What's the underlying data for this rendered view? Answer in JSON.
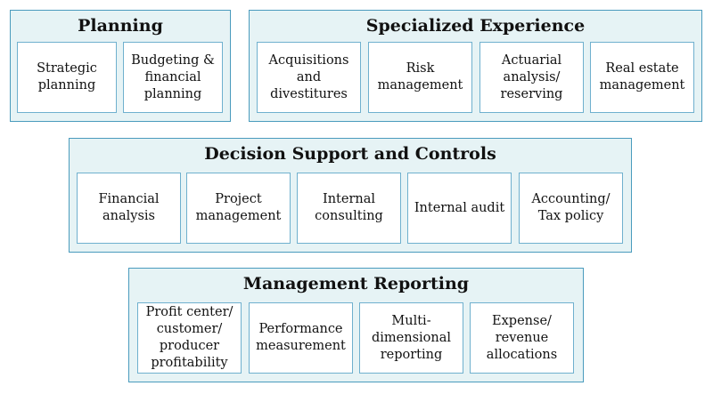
{
  "groups": {
    "planning": {
      "title": "Planning",
      "items": [
        [
          "Strategic",
          "planning"
        ],
        [
          "Budgeting &",
          "financial",
          "planning"
        ]
      ]
    },
    "specialized": {
      "title": "Specialized Experience",
      "items": [
        [
          "Acquisitions",
          "and",
          "divestitures"
        ],
        [
          "Risk",
          "management"
        ],
        [
          "Actuarial",
          "analysis/",
          "reserving"
        ],
        [
          "Real estate",
          "management"
        ]
      ]
    },
    "decision": {
      "title": "Decision Support and Controls",
      "items": [
        [
          "Financial",
          "analysis"
        ],
        [
          "Project",
          "management"
        ],
        [
          "Internal",
          "consulting"
        ],
        [
          "Internal audit"
        ],
        [
          "Accounting/",
          "Tax policy"
        ]
      ]
    },
    "reporting": {
      "title": "Management Reporting",
      "items": [
        [
          "Profit center/",
          "customer/",
          "producer",
          "profitability"
        ],
        [
          "Performance",
          "measurement"
        ],
        [
          "Multi-",
          "dimensional",
          "reporting"
        ],
        [
          "Expense/",
          "revenue",
          "allocations"
        ]
      ]
    }
  }
}
